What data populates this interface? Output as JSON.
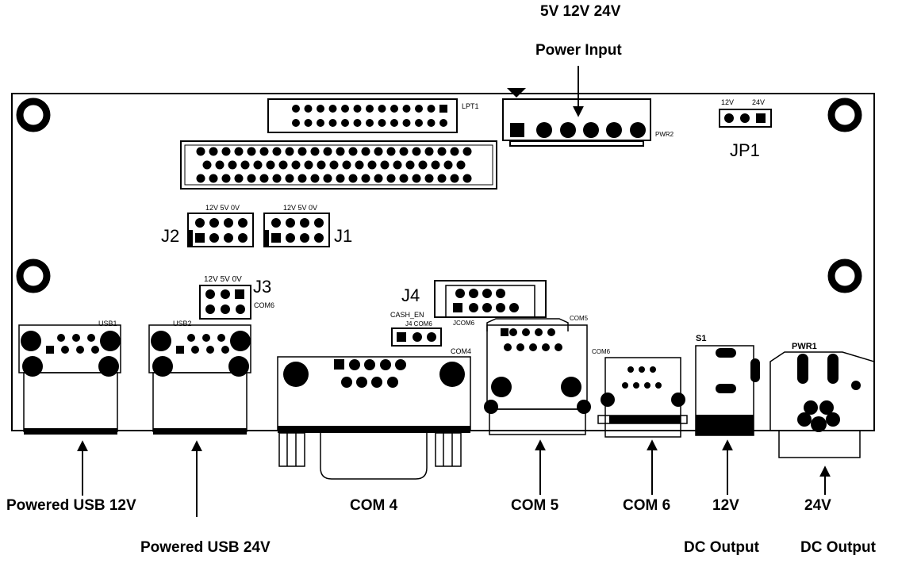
{
  "labels": {
    "power_voltages": "5V 12V 24V",
    "power_input": "Power Input",
    "usb_12v": "Powered USB 12V",
    "usb_24v": "Powered USB 24V",
    "com4": "COM 4",
    "com5": "COM 5",
    "com6": "COM 6",
    "v12": "12V",
    "v24": "24V",
    "dc_output_1": "DC Output",
    "dc_output_2": "DC Output"
  },
  "board": {
    "lpt1": "LPT1",
    "pwr2": "PWR2",
    "jp1": "JP1",
    "jp1_12v": "12V",
    "jp1_24v": "24V",
    "j1": "J1",
    "j2": "J2",
    "j3": "J3",
    "j4": "J4",
    "pins_label_j2": "12V 5V 0V",
    "pins_label_j1": "12V 5V 0V",
    "pins_label_j3": "12V 5V 0V",
    "com6_j3": "COM6",
    "cash_en": "CASH_EN",
    "j4_com6": "J4 COM6",
    "jcom6": "JCOM6",
    "usb1": "USB1",
    "usb2": "USB2",
    "com4": "COM4",
    "com5": "COM5",
    "com6": "COM6",
    "s1": "S1",
    "pwr1": "PWR1"
  },
  "colors": {
    "ink": "#000000",
    "board_outline": "#000000",
    "background": "#ffffff"
  }
}
